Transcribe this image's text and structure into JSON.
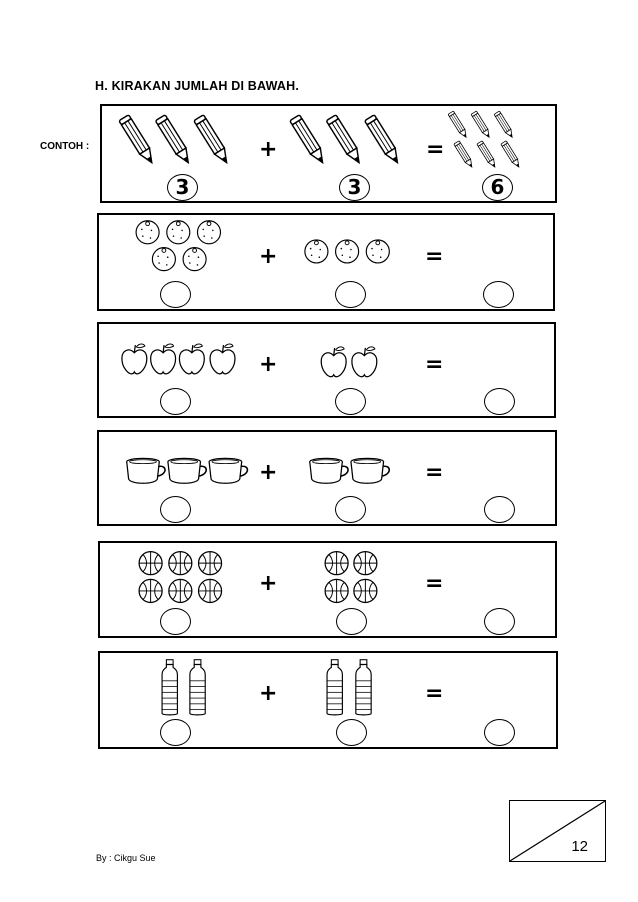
{
  "worksheet": {
    "title": "H. KIRAKAN JUMLAH DI BAWAH.",
    "example_label": "CONTOH :",
    "plus": "+",
    "equals": "=",
    "example_answers": {
      "left": "3",
      "right": "3",
      "total": "6"
    },
    "rows": [
      {
        "item": "pencil",
        "left_count": 3,
        "right_count": 3,
        "total_count": 6
      },
      {
        "item": "orange",
        "left_count": 5,
        "right_count": 3
      },
      {
        "item": "apple",
        "left_count": 4,
        "right_count": 2
      },
      {
        "item": "cup",
        "left_count": 3,
        "right_count": 2
      },
      {
        "item": "basketball",
        "left_count": 6,
        "right_count": 4
      },
      {
        "item": "water-bottle",
        "left_count": 2,
        "right_count": 2
      }
    ]
  },
  "footer": {
    "author": "By : Cikgu Sue",
    "page_number": "12"
  }
}
